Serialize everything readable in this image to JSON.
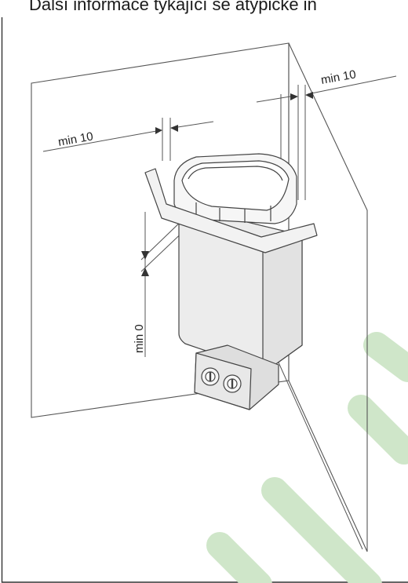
{
  "heading": "Další informace týkající se atypické in",
  "dimensions": {
    "left_clearance": "min 10",
    "right_clearance": "min 10",
    "below_clearance": "min 0"
  },
  "colors": {
    "watermark": "#cfe6c9",
    "line": "#555555",
    "heater_fill": "#ececec"
  },
  "icons": [
    "sauna-heater-illustration",
    "control-knob-icon"
  ]
}
